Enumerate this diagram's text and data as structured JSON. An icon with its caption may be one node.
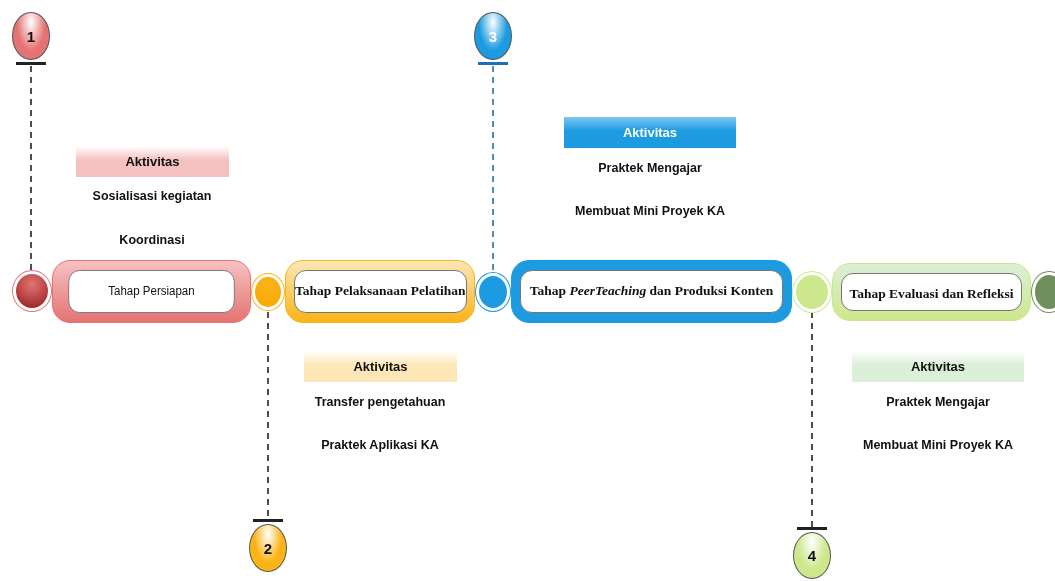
{
  "diagram": {
    "nodes": [
      {
        "text": [
          "1"
        ]
      },
      {
        "text": [
          "3"
        ]
      },
      {
        "text": [
          "Aktivitas"
        ]
      },
      {
        "text": [
          "Aktivitas"
        ]
      },
      {
        "text": [],
        "shape": "circle"
      },
      {
        "text": [
          "Tahap Persiapan"
        ]
      },
      {
        "text": [],
        "shape": "circle"
      },
      {
        "text": [
          "Tahap Pelaksanaan Pelatihan"
        ]
      },
      {
        "text": [],
        "shape": "circle"
      },
      {
        "text": [
          "Tahap *PeerTeaching* dan Produksi Konten"
        ]
      },
      {
        "text": [],
        "shape": "circle"
      },
      {
        "text": [
          "Tahap Evaluasi dan Refleksi"
        ]
      },
      {
        "text": [],
        "shape": "circle"
      },
      {
        "text": [
          "Aktivitas"
        ]
      },
      {
        "text": [
          "Aktivitas"
        ]
      },
      {
        "text": [
          "2"
        ]
      },
      {
        "text": [
          "4"
        ]
      }
    ],
    "edges": [
      {
        "from": 0,
        "to": 4,
        "arrow": "none",
        "style": "dashed"
      },
      {
        "from": 1,
        "to": 8,
        "arrow": "none",
        "style": "dashed",
        "color": "#1f6fb8"
      },
      {
        "from": 15,
        "to": 6,
        "arrow": "none",
        "style": "dashed"
      },
      {
        "from": 16,
        "to": 10,
        "arrow": "none",
        "style": "dashed"
      }
    ],
    "labels": [
      "Praktek Mengajar",
      "Sosialisasi kegiatan",
      "Membuat Mini Proyek KA",
      "Koordinasi",
      "Transfer pengetahuan",
      "Praktek Mengajar",
      "Praktek Aplikasi KA",
      "Membuat Mini Proyek KA"
    ]
  }
}
